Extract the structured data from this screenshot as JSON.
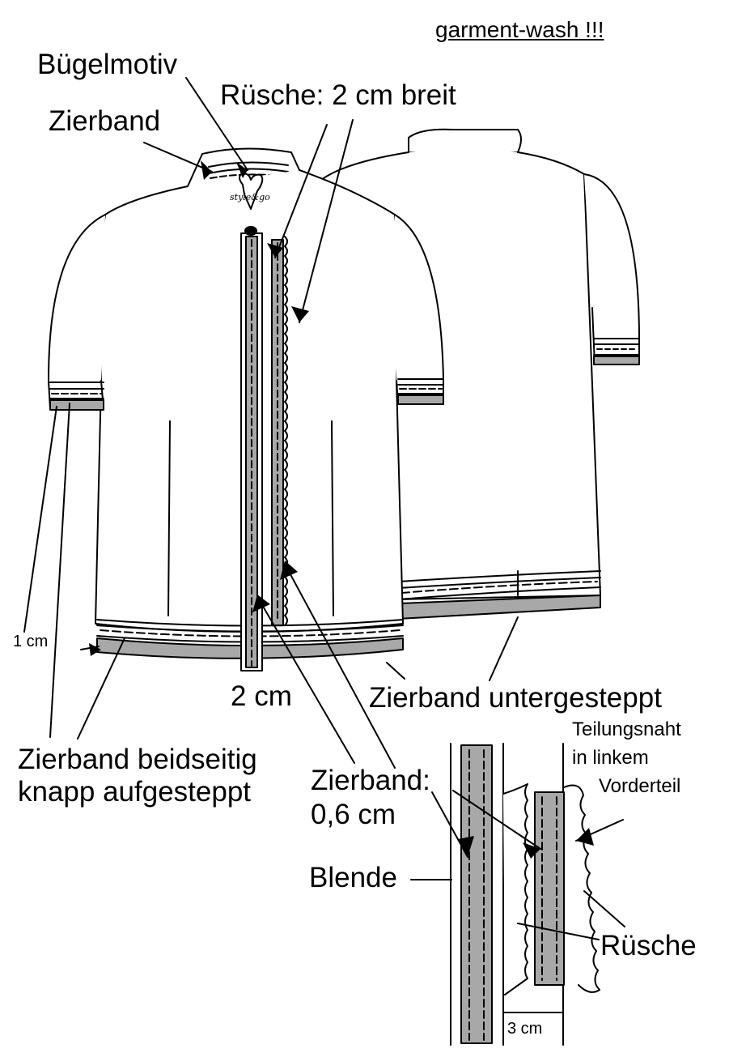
{
  "labels": {
    "garment_wash": "garment-wash !!!",
    "buegelmotiv": "Bügelmotiv",
    "ruesche_breit": "Rüsche: 2 cm breit",
    "zierband": "Zierband",
    "one_cm": "1 cm",
    "two_cm": "2 cm",
    "zierband_untergesteppt": "Zierband untergesteppt",
    "zierband_beidseitig": "Zierband beidseitig",
    "knapp_aufgesteppt": "knapp aufgesteppt",
    "zierband_06_line1": "Zierband:",
    "zierband_06_line2": "0,6 cm",
    "blende": "Blende",
    "teilungsnaht_line1": "Teilungsnaht",
    "teilungsnaht_line2": "in linkem",
    "teilungsnaht_line3": "Vorderteil",
    "ruesche": "Rüsche",
    "three_cm": "3 cm",
    "logo_text": "style&go"
  },
  "colors": {
    "line": "#000000",
    "band_fill": "#a8a8a8",
    "background": "#ffffff"
  }
}
